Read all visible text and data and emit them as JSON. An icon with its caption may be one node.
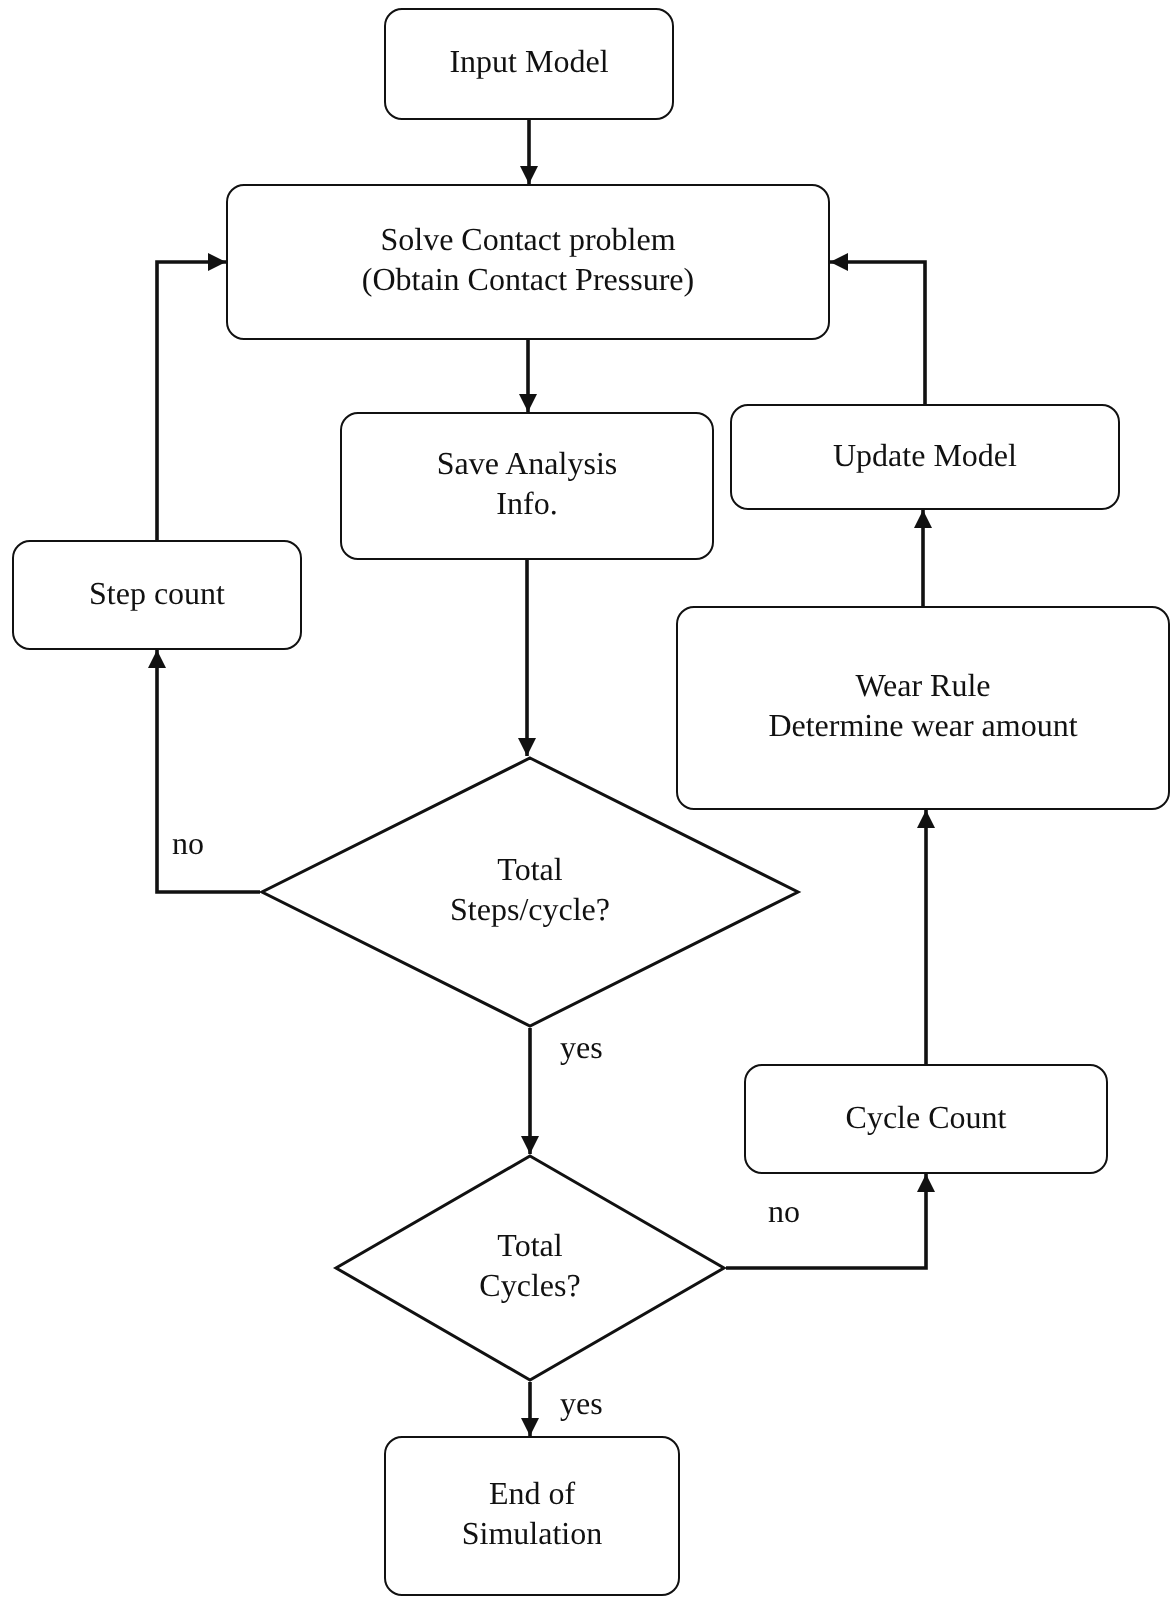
{
  "diagram": {
    "nodes": [
      {
        "text": [
          "Input Model"
        ]
      },
      {
        "text": [
          "Solve Contact problem",
          "(Obtain Contact Pressure)"
        ]
      },
      {
        "text": [
          "Save Analysis Info."
        ]
      },
      {
        "text": [
          "Update Model"
        ]
      },
      {
        "text": [
          "Step count"
        ]
      },
      {
        "text": [
          "Wear Rule",
          "Determine wear amount"
        ]
      },
      {
        "text": [
          "Total Steps/cycle?"
        ]
      },
      {
        "text": [
          "Cycle Count"
        ]
      },
      {
        "text": [
          "Total Cycles?"
        ]
      },
      {
        "text": [
          "End of Simulation"
        ]
      }
    ],
    "edges": [
      {
        "from": 0,
        "to": 1,
        "arrow": "to"
      },
      {
        "from": 1,
        "to": 2,
        "arrow": "to"
      },
      {
        "from": 2,
        "to": 6,
        "arrow": "to"
      },
      {
        "from": 6,
        "to": 4,
        "arrow": "to",
        "label": "no"
      },
      {
        "from": 4,
        "to": 1,
        "arrow": "to"
      },
      {
        "from": 6,
        "to": 8,
        "arrow": "to",
        "label": "yes"
      },
      {
        "from": 8,
        "to": 7,
        "arrow": "to",
        "label": "no"
      },
      {
        "from": 7,
        "to": 5,
        "arrow": "to"
      },
      {
        "from": 5,
        "to": 3,
        "arrow": "to"
      },
      {
        "from": 3,
        "to": 1,
        "arrow": "to"
      },
      {
        "from": 8,
        "to": 9,
        "arrow": "to",
        "label": "yes"
      }
    ]
  }
}
